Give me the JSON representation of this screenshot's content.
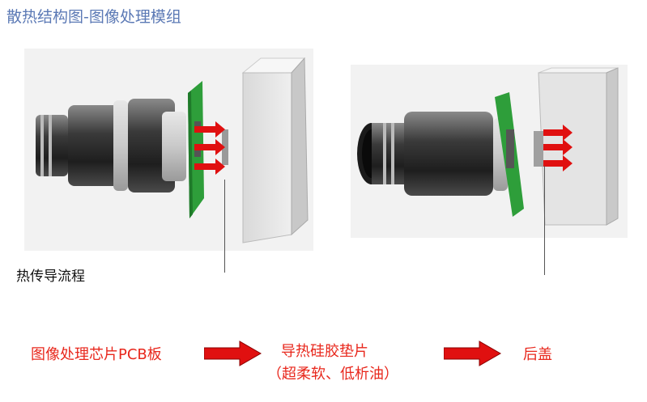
{
  "title": "散热结构图-图像处理模组",
  "caption": "热传导流程",
  "flow": {
    "step1": "图像处理芯片PCB板",
    "step2_line1": "导热硅胶垫片",
    "step2_line2": "（超柔软、低析油）",
    "step3": "后盖"
  },
  "colors": {
    "title": "#5b79b5",
    "flow_text": "#e8271c",
    "arrow_red": "#e01010",
    "pcb_green": "#2e9e3a",
    "backcover": "#e6e6e6"
  }
}
